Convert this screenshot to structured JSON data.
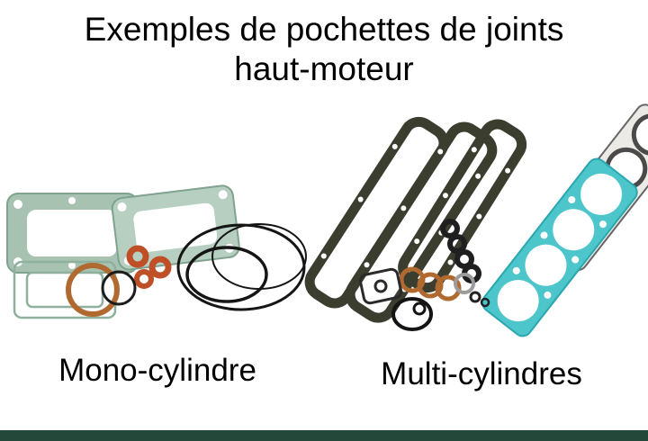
{
  "title": {
    "line1": "Exemples de pochettes de joints",
    "line2": "haut-moteur"
  },
  "captions": {
    "mono": "Mono-cylindre",
    "multi": "Multi-cylindres"
  },
  "colors": {
    "background": "#ffffff",
    "text": "#000000",
    "gasket_green": "#a7c2b0",
    "gasket_green_light": "#b7cfc1",
    "gasket_teal": "#4cc5cb",
    "gasket_orange": "#bf4f27",
    "copper": "#b06a30",
    "dark_gasket": "#3b3d2f",
    "black_ring": "#151515",
    "bottom_bar": "#24493a"
  }
}
